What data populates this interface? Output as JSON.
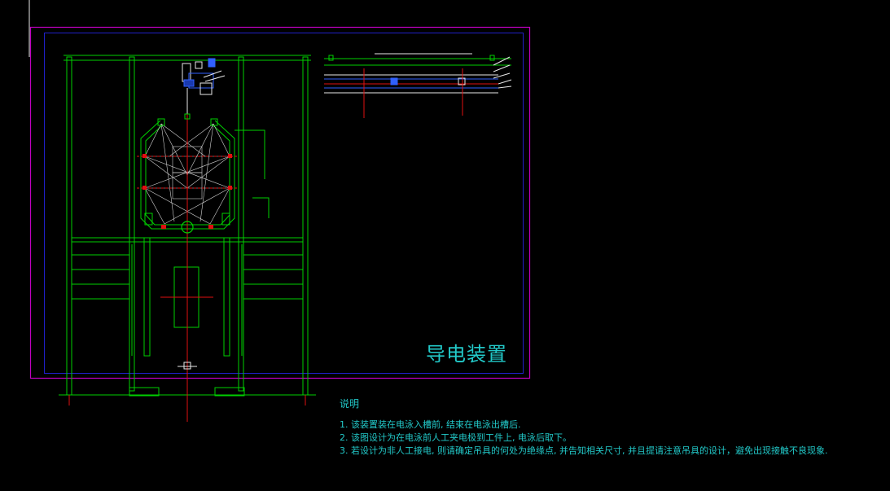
{
  "drawing": {
    "title": "导电装置",
    "notes_heading": "说明",
    "notes": [
      "1. 该装置装在电泳入槽前, 结束在电泳出槽后.",
      "2. 该图设计为在电泳前人工夹电极到工件上, 电泳后取下。",
      "3. 若设计为非人工接电, 则请确定吊具的何处为绝缘点, 并告知相关尺寸, 并且提请注意吊具的设计，避免出现接触不良现象."
    ]
  },
  "colors": {
    "background": "#000000",
    "frame_outer": "#c000c0",
    "frame_inner": "#2020c8",
    "structure": "#00d000",
    "center_line": "#e01010",
    "white": "#e8e8e8",
    "text": "#22c9c9",
    "blue": "#3060ff"
  }
}
